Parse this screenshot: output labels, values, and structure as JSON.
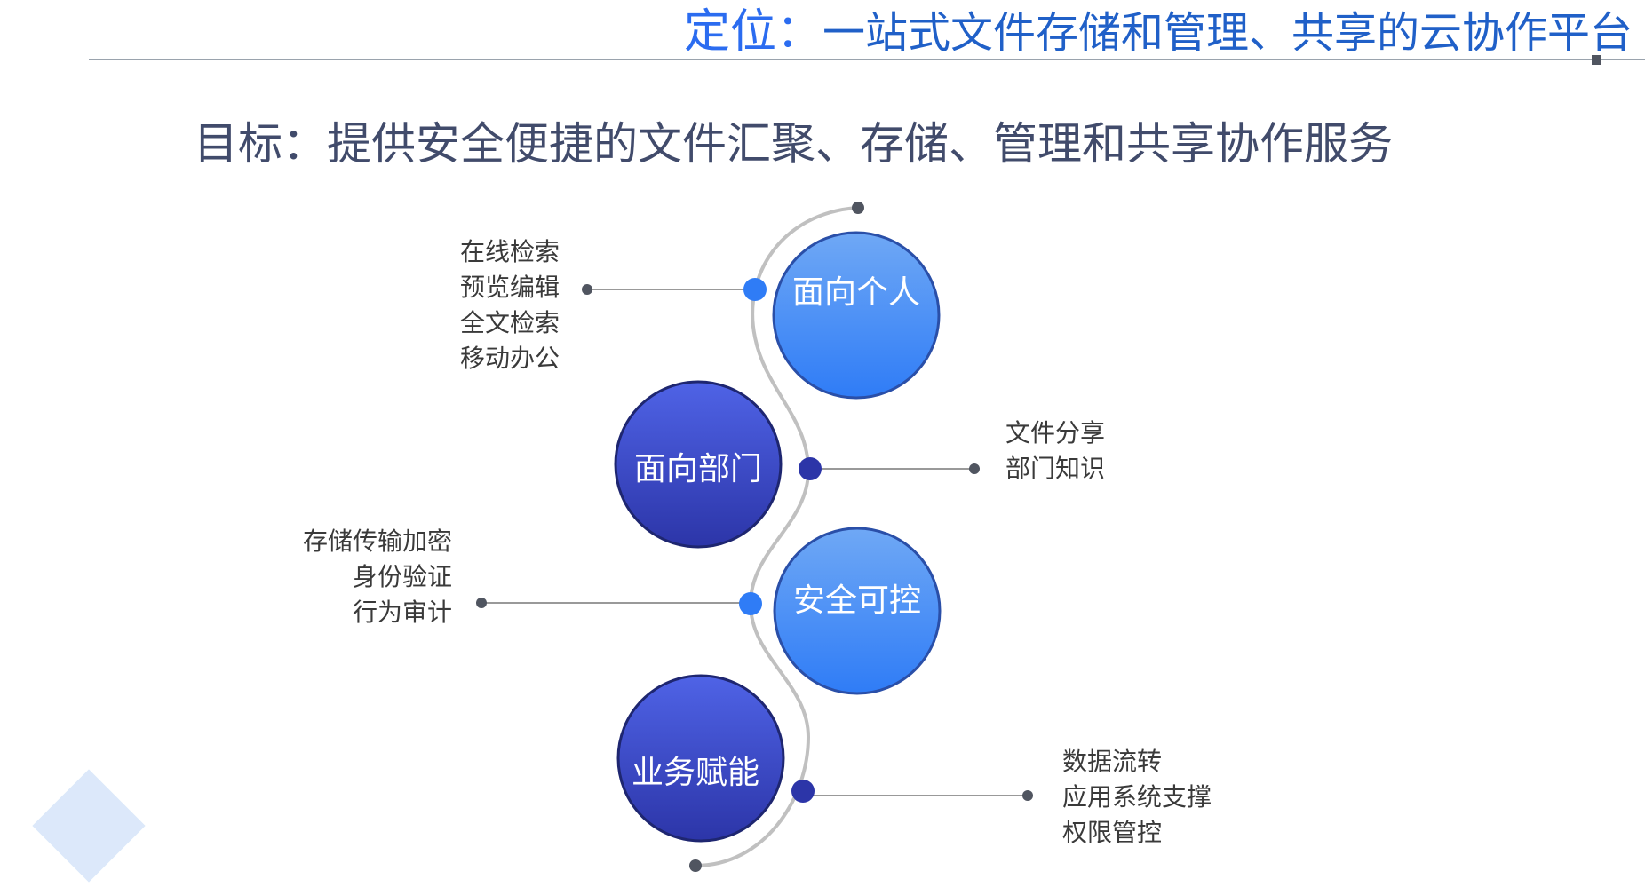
{
  "header": {
    "title_prefix": "定位：",
    "title_rest": "一站式文件存储和管理、共享的云协作平台"
  },
  "goal": {
    "title": "目标：提供安全便捷的文件汇聚、存储、管理和共享协作服务"
  },
  "colors": {
    "light_blue_top": "#6fa8f5",
    "light_blue_bottom": "#2f7cf6",
    "dark_blue_top": "#4f63e6",
    "dark_blue_bottom": "#2c35a8",
    "connector_line": "#999999",
    "curve": "#b8b8b8"
  },
  "nodes": [
    {
      "label": "面向个人",
      "features": [
        "在线检索",
        "预览编辑",
        "全文检索",
        "移动办公"
      ]
    },
    {
      "label": "面向部门",
      "features": [
        "文件分享",
        "部门知识"
      ]
    },
    {
      "label": "安全可控",
      "features": [
        "存储传输加密",
        "身份验证",
        "行为审计"
      ]
    },
    {
      "label": "业务赋能",
      "features": [
        "数据流转",
        "应用系统支撑",
        "权限管控"
      ]
    }
  ]
}
